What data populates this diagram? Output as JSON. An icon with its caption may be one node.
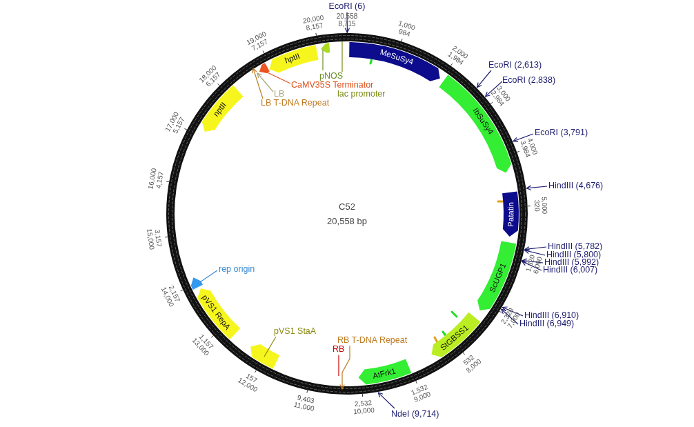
{
  "diagram": {
    "nodes": [
      {
        "text": [
          "C52",
          "20,558 bp"
        ]
      },
      {
        "text": [
          "EcoRI (6)"
        ]
      },
      {
        "text": [
          "pNOS"
        ],
        "in": 0
      },
      {
        "text": [],
        "shape": "arrow",
        "in": 0
      },
      {
        "text": [
          "CaMV35S Terminator"
        ],
        "in": 0
      },
      {
        "text": [],
        "shape": "arrow",
        "in": 0
      },
      {
        "text": [
          "lac promoter"
        ],
        "in": 0
      },
      {
        "text": [
          "LB"
        ],
        "in": 0
      },
      {
        "text": [
          "LB T-DNA Repeat"
        ],
        "in": 0
      },
      {
        "text": [
          "hptII"
        ],
        "in": 0
      },
      {
        "text": [
          "MeSuSy4"
        ],
        "in": 0
      },
      {
        "text": [
          "EcoRI (2,613)"
        ]
      },
      {
        "text": [
          "EcoRI (2,838)"
        ]
      },
      {
        "text": [
          "nptII"
        ],
        "in": 0
      },
      {
        "text": [
          "IbSuSy4"
        ],
        "in": 0
      },
      {
        "text": [
          "EcoRI (3,791)"
        ]
      },
      {
        "text": [
          "HindIII (4,676)"
        ]
      },
      {
        "text": [
          "Patatin"
        ],
        "in": 0
      },
      {
        "text": [
          "HindIII (5,782)"
        ]
      },
      {
        "text": [
          "HindIII (5,800)"
        ]
      },
      {
        "text": [
          "HindIII (5,992)"
        ]
      },
      {
        "text": [
          "HindIII (6,007)"
        ]
      },
      {
        "text": [
          "ScUGP1"
        ],
        "in": 0
      },
      {
        "text": [
          "rep origin"
        ],
        "in": 0
      },
      {
        "text": [],
        "shape": "arrow",
        "in": 0
      },
      {
        "text": [
          "HindIII (6,910)"
        ]
      },
      {
        "text": [
          "HindIII (6,949)"
        ]
      },
      {
        "text": [
          "pVS1 RepA"
        ],
        "in": 0
      },
      {
        "text": [
          "pVS1 StaA"
        ],
        "in": 0
      },
      {
        "text": [],
        "shape": "arrow",
        "in": 0
      },
      {
        "text": [
          "StGBSS1"
        ],
        "in": 0
      },
      {
        "text": [
          "RB T-DNA Repeat"
        ],
        "in": 0
      },
      {
        "text": [
          "RB"
        ],
        "in": 0
      },
      {
        "text": [
          "AtFrk1"
        ],
        "in": 0
      },
      {
        "text": [
          "NdeI (9,714)"
        ]
      }
    ],
    "edges": [
      {
        "from": 1,
        "to": 0,
        "arrow": "to"
      },
      {
        "from": 2,
        "to": 3,
        "arrow": "none",
        "color": "#6b8e23"
      },
      {
        "from": 4,
        "to": 5,
        "arrow": "none",
        "color": "#e0501a"
      },
      {
        "from": 6,
        "to": 0,
        "arrow": "none",
        "color": "#7a8a10"
      },
      {
        "from": 7,
        "to": 0,
        "arrow": "to",
        "color": "#a8a878"
      },
      {
        "from": 8,
        "to": 0,
        "arrow": "to",
        "color": "#c07a20"
      },
      {
        "from": 11,
        "to": 0,
        "arrow": "to"
      },
      {
        "from": 12,
        "to": 0,
        "arrow": "to"
      },
      {
        "from": 15,
        "to": 0,
        "arrow": "to"
      },
      {
        "from": 16,
        "to": 0,
        "arrow": "to"
      },
      {
        "from": 18,
        "to": 0,
        "arrow": "to"
      },
      {
        "from": 19,
        "to": 0,
        "arrow": "to"
      },
      {
        "from": 20,
        "to": 0,
        "arrow": "to"
      },
      {
        "from": 21,
        "to": 0,
        "arrow": "to"
      },
      {
        "from": 23,
        "to": 24,
        "arrow": "none",
        "color": "#3a8ad0"
      },
      {
        "from": 25,
        "to": 0,
        "arrow": "to"
      },
      {
        "from": 26,
        "to": 0,
        "arrow": "to"
      },
      {
        "from": 28,
        "to": 29,
        "arrow": "none",
        "color": "#8a8a10"
      },
      {
        "from": 31,
        "to": 0,
        "arrow": "to",
        "color": "#c07a20"
      },
      {
        "from": 32,
        "to": 0,
        "arrow": "none",
        "color": "#cc0000"
      },
      {
        "from": 34,
        "to": 0,
        "arrow": "to"
      }
    ],
    "labels": [
      "20,558",
      "8,715",
      "1,000",
      "984",
      "2,000",
      "1,984",
      "3,000",
      "2,984",
      "3,984",
      "4,000",
      "320",
      "5,000",
      "1,320",
      "6,000",
      "2,320",
      "7,000",
      "532",
      "8,000",
      "1,532",
      "9,000",
      "2,532",
      "10,000",
      "9,403",
      "11,000",
      "157",
      "12,000",
      "1,157",
      "13,000",
      "2,157",
      "14,000",
      "15,000",
      "3,157",
      "16,000",
      "4,157",
      "17,000",
      "5,157",
      "18,000",
      "6,157",
      "19,000",
      "7,157",
      "20,000",
      "8,157"
    ]
  }
}
